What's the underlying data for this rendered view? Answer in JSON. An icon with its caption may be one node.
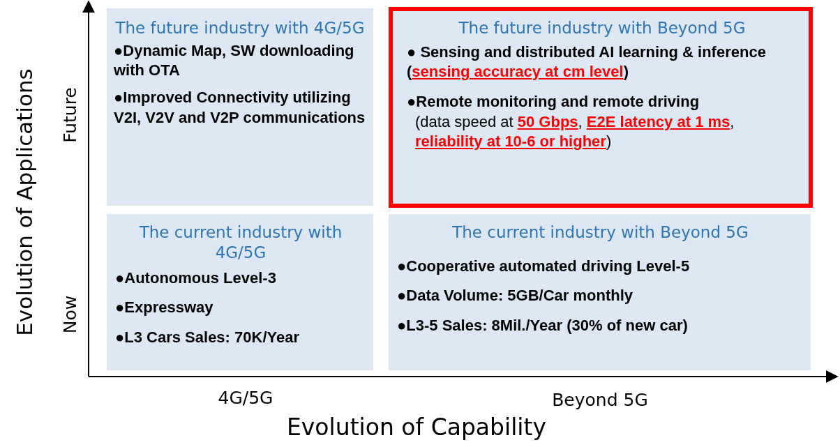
{
  "diagram": {
    "nodes": [
      {
        "text": [
          "The future industry with 4G/5G",
          "●Dynamic Map, SW downloading with OTA",
          "●Improved Connectivity utilizing V2I, V2V and V2P communications"
        ]
      },
      {
        "text": [
          "The future industry with Beyond 5G",
          "● Sensing and distributed AI learning & inference (**sensing accuracy at cm level**)",
          "●Remote monitoring and remote driving",
          "(data speed at **50 Gbps**, **E2E latency at 1 ms**, **reliability at 10-6 or higher**)"
        ]
      },
      {
        "text": [
          "The current industry with 4G/5G",
          "●Autonomous Level-3",
          "●Expressway",
          "●L3 Cars Sales: 70K/Year"
        ]
      },
      {
        "text": [
          "The current industry with Beyond 5G",
          "●Cooperative automated driving Level-5",
          "●Data Volume: 5GB/Car monthly",
          "●L3-5 Sales: 8Mil./Year (30% of new car)"
        ]
      }
    ],
    "edges": [],
    "labels": [
      "Evolution of Applications",
      "Future",
      "Now",
      "4G/5G",
      "Beyond 5G",
      "Evolution of Capability"
    ]
  }
}
